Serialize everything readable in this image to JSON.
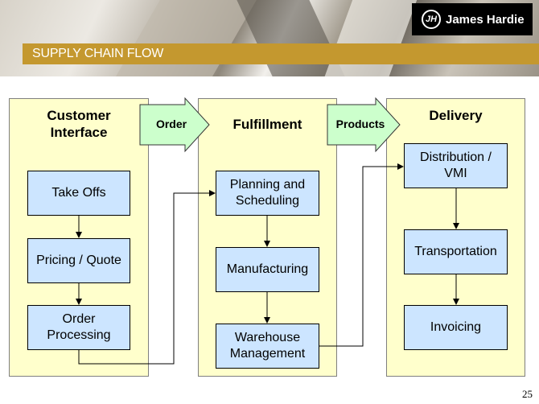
{
  "header": {
    "brand_name": "James Hardie",
    "logo_monogram": "JH",
    "slide_title": "SUPPLY CHAIN FLOW"
  },
  "columns": [
    {
      "title_line1": "Customer",
      "title_line2": "Interface",
      "steps": [
        {
          "line1": "Take Offs",
          "line2": ""
        },
        {
          "line1": "Pricing / Quote",
          "line2": ""
        },
        {
          "line1": "Order",
          "line2": "Processing"
        }
      ]
    },
    {
      "title_line1": "Fulfillment",
      "title_line2": "",
      "steps": [
        {
          "line1": "Planning and",
          "line2": "Scheduling"
        },
        {
          "line1": "Manufacturing",
          "line2": ""
        },
        {
          "line1": "Warehouse",
          "line2": "Management"
        }
      ]
    },
    {
      "title_line1": "Delivery",
      "title_line2": "",
      "steps": [
        {
          "line1": "Distribution /",
          "line2": "VMI"
        },
        {
          "line1": "Transportation",
          "line2": ""
        },
        {
          "line1": "Invoicing",
          "line2": ""
        }
      ]
    }
  ],
  "arrows": [
    {
      "label": "Order"
    },
    {
      "label": "Products"
    }
  ],
  "colors": {
    "column_fill": "#ffffcc",
    "box_fill": "#cce5ff",
    "arrow_fill": "#ccffcc",
    "title_bar": "#c4982f"
  },
  "page_number": "25"
}
